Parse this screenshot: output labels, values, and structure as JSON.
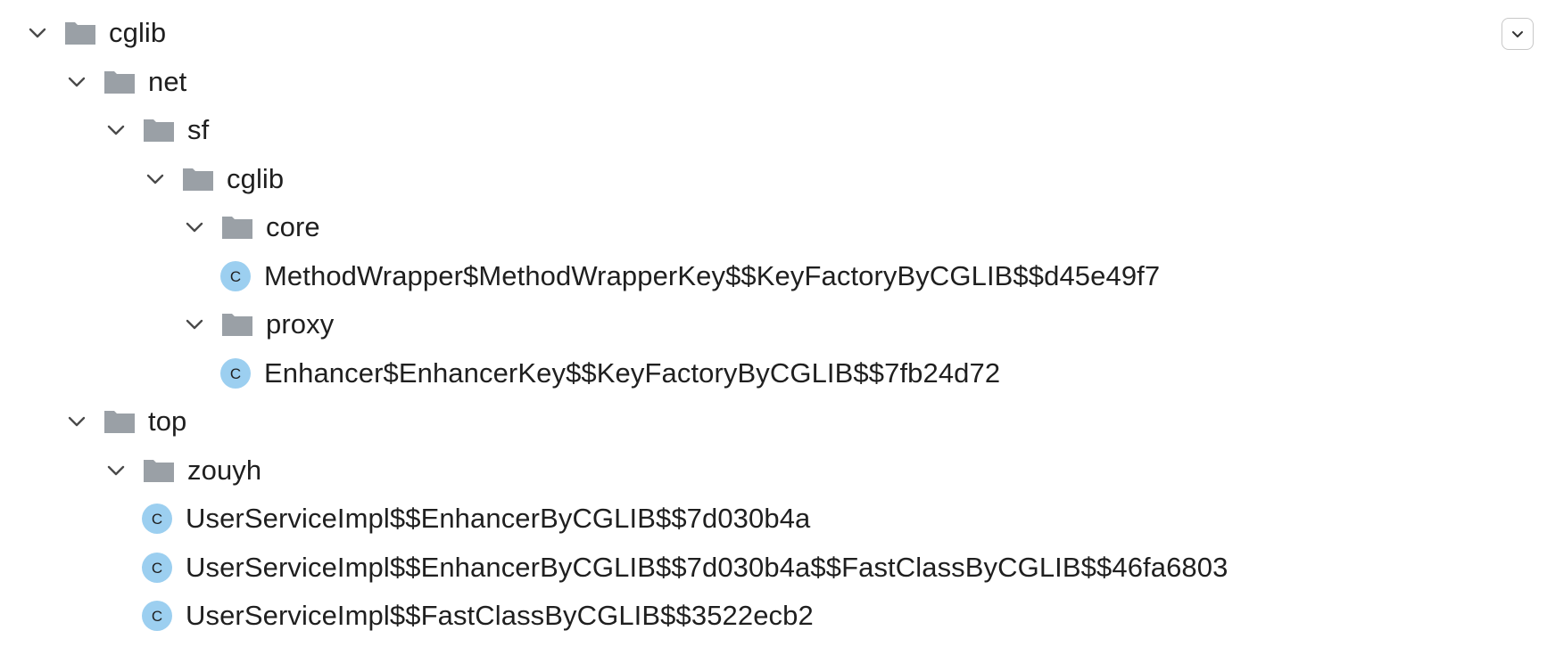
{
  "tree": {
    "nodes": [
      {
        "label": "cglib",
        "type": "folder",
        "expanded": true,
        "depth": 0
      },
      {
        "label": "net",
        "type": "folder",
        "expanded": true,
        "depth": 1
      },
      {
        "label": "sf",
        "type": "folder",
        "expanded": true,
        "depth": 2
      },
      {
        "label": "cglib",
        "type": "folder",
        "expanded": true,
        "depth": 3
      },
      {
        "label": "core",
        "type": "folder",
        "expanded": true,
        "depth": 4
      },
      {
        "label": "MethodWrapper$MethodWrapperKey$$KeyFactoryByCGLIB$$d45e49f7",
        "type": "class",
        "depth": 5
      },
      {
        "label": "proxy",
        "type": "folder",
        "expanded": true,
        "depth": 4
      },
      {
        "label": "Enhancer$EnhancerKey$$KeyFactoryByCGLIB$$7fb24d72",
        "type": "class",
        "depth": 5
      },
      {
        "label": "top",
        "type": "folder",
        "expanded": true,
        "depth": 1
      },
      {
        "label": "zouyh",
        "type": "folder",
        "expanded": true,
        "depth": 2
      },
      {
        "label": "UserServiceImpl$$EnhancerByCGLIB$$7d030b4a",
        "type": "class",
        "depth": 3
      },
      {
        "label": "UserServiceImpl$$EnhancerByCGLIB$$7d030b4a$$FastClassByCGLIB$$46fa6803",
        "type": "class",
        "depth": 3
      },
      {
        "label": "UserServiceImpl$$FastClassByCGLIB$$3522ecb2",
        "type": "class",
        "depth": 3
      }
    ]
  },
  "icons": {
    "expanded": "chevron-down-icon",
    "folder": "folder-icon",
    "class": "class-c-icon",
    "collapse_all": "chevron-down-icon"
  },
  "colors": {
    "folder": "#9aa0a6",
    "class_bg": "#9ccff0",
    "class_letter": "#1f1f1f",
    "chevron": "#4a4a4a",
    "text": "#1f1f1f"
  },
  "class_letter": "C"
}
